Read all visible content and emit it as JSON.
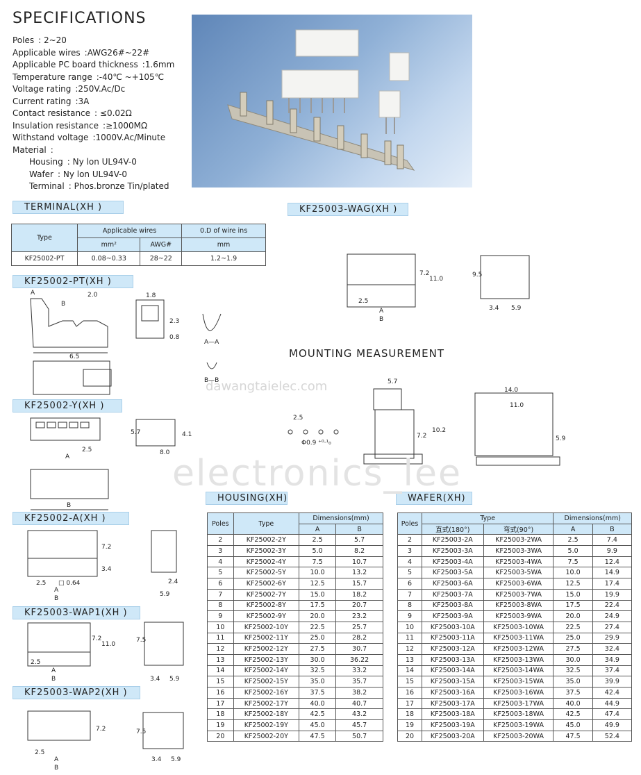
{
  "title": "SPECIFICATIONS",
  "specs": [
    {
      "label": "Poles",
      "value": ": 2~20"
    },
    {
      "label": "Applicable wires",
      "value": ":AWG26#~22#"
    },
    {
      "label": "Applicable PC board thickness",
      "value": ":1.6mm"
    },
    {
      "label": "Temperature range",
      "value": ":-40℃ ~+105℃"
    },
    {
      "label": "Voltage rating",
      "value": ":250V.Ac/Dc"
    },
    {
      "label": "Current rating",
      "value": ":3A"
    },
    {
      "label": "Contact resistance",
      "value": ": ≤0.02Ω"
    },
    {
      "label": "Insulation resistance",
      "value": ":≥1000MΩ"
    },
    {
      "label": "Withstand voltage",
      "value": ":1000V.Ac/Minute"
    },
    {
      "label": "Material",
      "value": ":"
    }
  ],
  "material": [
    {
      "label": "Housing",
      "value": ": Ny lon   UL94V-0"
    },
    {
      "label": "Wafer",
      "value": ": Ny lon   UL94V-0"
    },
    {
      "label": "Terminal",
      "value": ": Phos.bronze Tin/plated"
    }
  ],
  "sections": {
    "terminal": "TERMINAL(XH )",
    "wag": "KF25003-WAG(XH )",
    "pt": "KF25002-PT(XH )",
    "y": "KF25002-Y(XH )",
    "a": "KF25002-A(XH )",
    "wap1": "KF25003-WAP1(XH )",
    "wap2": "KF25003-WAP2(XH )",
    "housing": "HOUSING(XH)",
    "wafer": "WAFER(XH)",
    "mounting": "MOUNTING MEASUREMENT"
  },
  "terminal_table": {
    "type_hdr": "Type",
    "wires_hdr": "Applicable wires",
    "od_hdr": "0.D of wire ins",
    "mm2": "mm²",
    "awg": "AWG#",
    "mm": "mm",
    "row": {
      "type": "KF25002-PT",
      "mm2": "0.08~0.33",
      "awg": "28~22",
      "mm": "1.2~1.9"
    }
  },
  "watermarks": {
    "site": "dawangtaielec.com",
    "brand": "electronics_lee"
  },
  "housing_table": {
    "headers": {
      "poles": "Poles",
      "type": "Type",
      "dims": "Dimensions(mm)",
      "a": "A",
      "b": "B"
    },
    "rows": [
      [
        "2",
        "KF25002-2Y",
        "2.5",
        "5.7"
      ],
      [
        "3",
        "KF25002-3Y",
        "5.0",
        "8.2"
      ],
      [
        "4",
        "KF25002-4Y",
        "7.5",
        "10.7"
      ],
      [
        "5",
        "KF25002-5Y",
        "10.0",
        "13.2"
      ],
      [
        "6",
        "KF25002-6Y",
        "12.5",
        "15.7"
      ],
      [
        "7",
        "KF25002-7Y",
        "15.0",
        "18.2"
      ],
      [
        "8",
        "KF25002-8Y",
        "17.5",
        "20.7"
      ],
      [
        "9",
        "KF25002-9Y",
        "20.0",
        "23.2"
      ],
      [
        "10",
        "KF25002-10Y",
        "22.5",
        "25.7"
      ],
      [
        "11",
        "KF25002-11Y",
        "25.0",
        "28.2"
      ],
      [
        "12",
        "KF25002-12Y",
        "27.5",
        "30.7"
      ],
      [
        "13",
        "KF25002-13Y",
        "30.0",
        "36.22"
      ],
      [
        "14",
        "KF25002-14Y",
        "32.5",
        "33.2"
      ],
      [
        "15",
        "KF25002-15Y",
        "35.0",
        "35.7"
      ],
      [
        "16",
        "KF25002-16Y",
        "37.5",
        "38.2"
      ],
      [
        "17",
        "KF25002-17Y",
        "40.0",
        "40.7"
      ],
      [
        "18",
        "KF25002-18Y",
        "42.5",
        "43.2"
      ],
      [
        "19",
        "KF25002-19Y",
        "45.0",
        "45.7"
      ],
      [
        "20",
        "KF25002-20Y",
        "47.5",
        "50.7"
      ]
    ]
  },
  "wafer_table": {
    "headers": {
      "poles": "Poles",
      "type": "Type",
      "straight": "直式(180°)",
      "bent": "弯式(90°)",
      "dims": "Dimensions(mm)",
      "a": "A",
      "b": "B"
    },
    "rows": [
      [
        "2",
        "KF25003-2A",
        "KF25003-2WA",
        "2.5",
        "7.4"
      ],
      [
        "3",
        "KF25003-3A",
        "KF25003-3WA",
        "5.0",
        "9.9"
      ],
      [
        "4",
        "KF25003-4A",
        "KF25003-4WA",
        "7.5",
        "12.4"
      ],
      [
        "5",
        "KF25003-5A",
        "KF25003-5WA",
        "10.0",
        "14.9"
      ],
      [
        "6",
        "KF25003-6A",
        "KF25003-6WA",
        "12.5",
        "17.4"
      ],
      [
        "7",
        "KF25003-7A",
        "KF25003-7WA",
        "15.0",
        "19.9"
      ],
      [
        "8",
        "KF25003-8A",
        "KF25003-8WA",
        "17.5",
        "22.4"
      ],
      [
        "9",
        "KF25003-9A",
        "KF25003-9WA",
        "20.0",
        "24.9"
      ],
      [
        "10",
        "KF25003-10A",
        "KF25003-10WA",
        "22.5",
        "27.4"
      ],
      [
        "11",
        "KF25003-11A",
        "KF25003-11WA",
        "25.0",
        "29.9"
      ],
      [
        "12",
        "KF25003-12A",
        "KF25003-12WA",
        "27.5",
        "32.4"
      ],
      [
        "13",
        "KF25003-13A",
        "KF25003-13WA",
        "30.0",
        "34.9"
      ],
      [
        "14",
        "KF25003-14A",
        "KF25003-14WA",
        "32.5",
        "37.4"
      ],
      [
        "15",
        "KF25003-15A",
        "KF25003-15WA",
        "35.0",
        "39.9"
      ],
      [
        "16",
        "KF25003-16A",
        "KF25003-16WA",
        "37.5",
        "42.4"
      ],
      [
        "17",
        "KF25003-17A",
        "KF25003-17WA",
        "40.0",
        "44.9"
      ],
      [
        "18",
        "KF25003-18A",
        "KF25003-18WA",
        "42.5",
        "47.4"
      ],
      [
        "19",
        "KF25003-19A",
        "KF25003-19WA",
        "45.0",
        "49.9"
      ],
      [
        "20",
        "KF25003-20A",
        "KF25003-20WA",
        "47.5",
        "52.4"
      ]
    ]
  },
  "dims": {
    "pt": {
      "d20": "2.0",
      "d65": "6.5",
      "d18": "1.8",
      "d23": "2.3",
      "d08": "0.8",
      "a": "A",
      "b": "B",
      "aa": "A—A",
      "bb": "B—B"
    },
    "y": {
      "d25": "2.5",
      "d57": "5.7",
      "d80": "8.0",
      "d41": "4.1",
      "a": "A",
      "b": "B"
    },
    "a": {
      "d72": "7.2",
      "d34": "3.4",
      "d25": "2.5",
      "d064": "□ 0.64",
      "d24": "2.4",
      "d59": "5.9",
      "a": "A",
      "b": "B"
    },
    "wap1": {
      "d72": "7.2",
      "d110": "11.0",
      "d25": "2.5",
      "d75": "7.5",
      "d34": "3.4",
      "d59": "5.9",
      "a": "A",
      "b": "B"
    },
    "wap2": {
      "d72": "7.2",
      "d75": "7.5",
      "d25": "2.5",
      "d34": "3.4",
      "d59": "5.9",
      "a": "A",
      "b": "B"
    },
    "wag": {
      "d72": "7.2",
      "d110": "11.0",
      "d25": "2.5",
      "d95": "9.5",
      "d34": "3.4",
      "d59": "5.9",
      "a": "A",
      "b": "B"
    },
    "mount": {
      "d57": "5.7",
      "d25": "2.5",
      "d09": "Φ0.9 ⁺⁰·¹₀",
      "d72": "7.2",
      "d102": "10.2",
      "d140": "14.0",
      "d110": "11.0",
      "d59": "5.9"
    }
  }
}
